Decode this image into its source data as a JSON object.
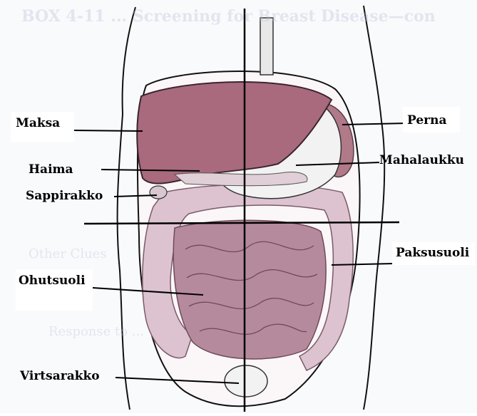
{
  "background_page": {
    "box_heading": "BOX 4-11 ... Screening for Breast Disease—con",
    "lines": [
      "Other Clues",
      "Response to ..."
    ]
  },
  "labels": {
    "maksa": "Maksa",
    "haima": "Haima",
    "sappirakko": "Sappirakko",
    "ohutsuoli": "Ohutsuoli",
    "virtsarakko": "Virtsarakko",
    "perna": "Perna",
    "mahalaukku": "Mahalaukku",
    "paksusuoli": "Paksusuoli"
  },
  "colors": {
    "liver": "#a86a7c",
    "stomach": "#f2f2f2",
    "spleen": "#b07a88",
    "small_intestine": "#b58a9c",
    "large_intestine": "#dcc3cf",
    "background_text": "#b9bfd6"
  }
}
